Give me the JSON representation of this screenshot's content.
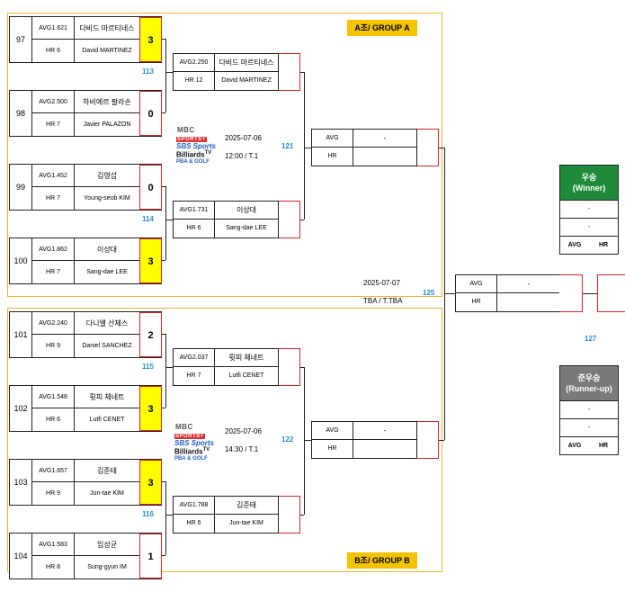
{
  "groups": {
    "a_label": "A조/ GROUP A",
    "b_label": "B조/ GROUP B"
  },
  "round1": [
    {
      "num": "97",
      "avg": "AVG1.621",
      "hr": "HR 6",
      "kname": "다비드 마르티네스",
      "ename": "David MARTINEZ",
      "score": "3",
      "win": true
    },
    {
      "num": "98",
      "avg": "AVG2.500",
      "hr": "HR 7",
      "kname": "하비에르 팔라손",
      "ename": "Javier PALAZON",
      "score": "0",
      "win": false
    },
    {
      "num": "99",
      "avg": "AVG1.452",
      "hr": "HR 7",
      "kname": "김영섭",
      "ename": "Young-seob KIM",
      "score": "0",
      "win": false
    },
    {
      "num": "100",
      "avg": "AVG1.862",
      "hr": "HR 7",
      "kname": "이상대",
      "ename": "Sang-dae LEE",
      "score": "3",
      "win": true
    },
    {
      "num": "101",
      "avg": "AVG2.240",
      "hr": "HR 9",
      "kname": "다니엘 산체스",
      "ename": "Daniel SANCHEZ",
      "score": "2",
      "win": false
    },
    {
      "num": "102",
      "avg": "AVG1.548",
      "hr": "HR 6",
      "kname": "륏피 체네트",
      "ename": "Lutfi CENET",
      "score": "3",
      "win": true
    },
    {
      "num": "103",
      "avg": "AVG1.657",
      "hr": "HR 9",
      "kname": "김준태",
      "ename": "Jun-tae KIM",
      "score": "3",
      "win": true
    },
    {
      "num": "104",
      "avg": "AVG1.583",
      "hr": "HR 8",
      "kname": "임성균",
      "ename": "Sung-gyun IM",
      "score": "1",
      "win": false
    }
  ],
  "round2": [
    {
      "num": "113",
      "avg": "AVG2.250",
      "hr": "HR 12",
      "kname": "다비드 마르티네스",
      "ename": "David MARTINEZ"
    },
    {
      "num": "114",
      "avg": "AVG1.731",
      "hr": "HR 6",
      "kname": "이상대",
      "ename": "Sang-dae LEE"
    },
    {
      "num": "115",
      "avg": "AVG2.037",
      "hr": "HR 7",
      "kname": "륏피 체네트",
      "ename": "Lutfi CENET"
    },
    {
      "num": "116",
      "avg": "AVG1.788",
      "hr": "HR 6",
      "kname": "김준태",
      "ename": "Jun-tae KIM"
    }
  ],
  "round3": [
    {
      "num": "121",
      "avg": "AVG",
      "hr": "HR",
      "kname": "-",
      "ename": ""
    },
    {
      "num": "122",
      "avg": "AVG",
      "hr": "HR",
      "kname": "-",
      "ename": ""
    }
  ],
  "final": {
    "num": "125",
    "avg": "AVG",
    "hr": "HR",
    "kname": "-",
    "ename": "",
    "date": "2025-07-07",
    "venue": "TBA / T.TBA"
  },
  "third_num": "127",
  "schedules": [
    {
      "date": "2025-07-06",
      "time": "12:00 / T.1"
    },
    {
      "date": "2025-07-06",
      "time": "14:30 / T.1"
    }
  ],
  "logo": {
    "mbc": "MBC",
    "sports": "SPORTS+",
    "sbs": "SBS Sports",
    "billiards": "Billiards",
    "tv": "TV",
    "pba": "PBA & GOLF"
  },
  "winner": {
    "title": "우승",
    "subtitle": "(Winner)",
    "row1": "-",
    "row2": "-",
    "avg": "AVG",
    "hr": "HR",
    "color": "#1f8a3a"
  },
  "runner_up": {
    "title": "준우승",
    "subtitle": "(Runner-up)",
    "row1": "-",
    "row2": "-",
    "avg": "AVG",
    "hr": "HR",
    "color": "#7a7a7a"
  },
  "colors": {
    "win_score": "#ffff00",
    "score_border": "#dd2222",
    "frame": "#f0b429",
    "label": "#f5c400",
    "match_num": "#1e90c8"
  }
}
